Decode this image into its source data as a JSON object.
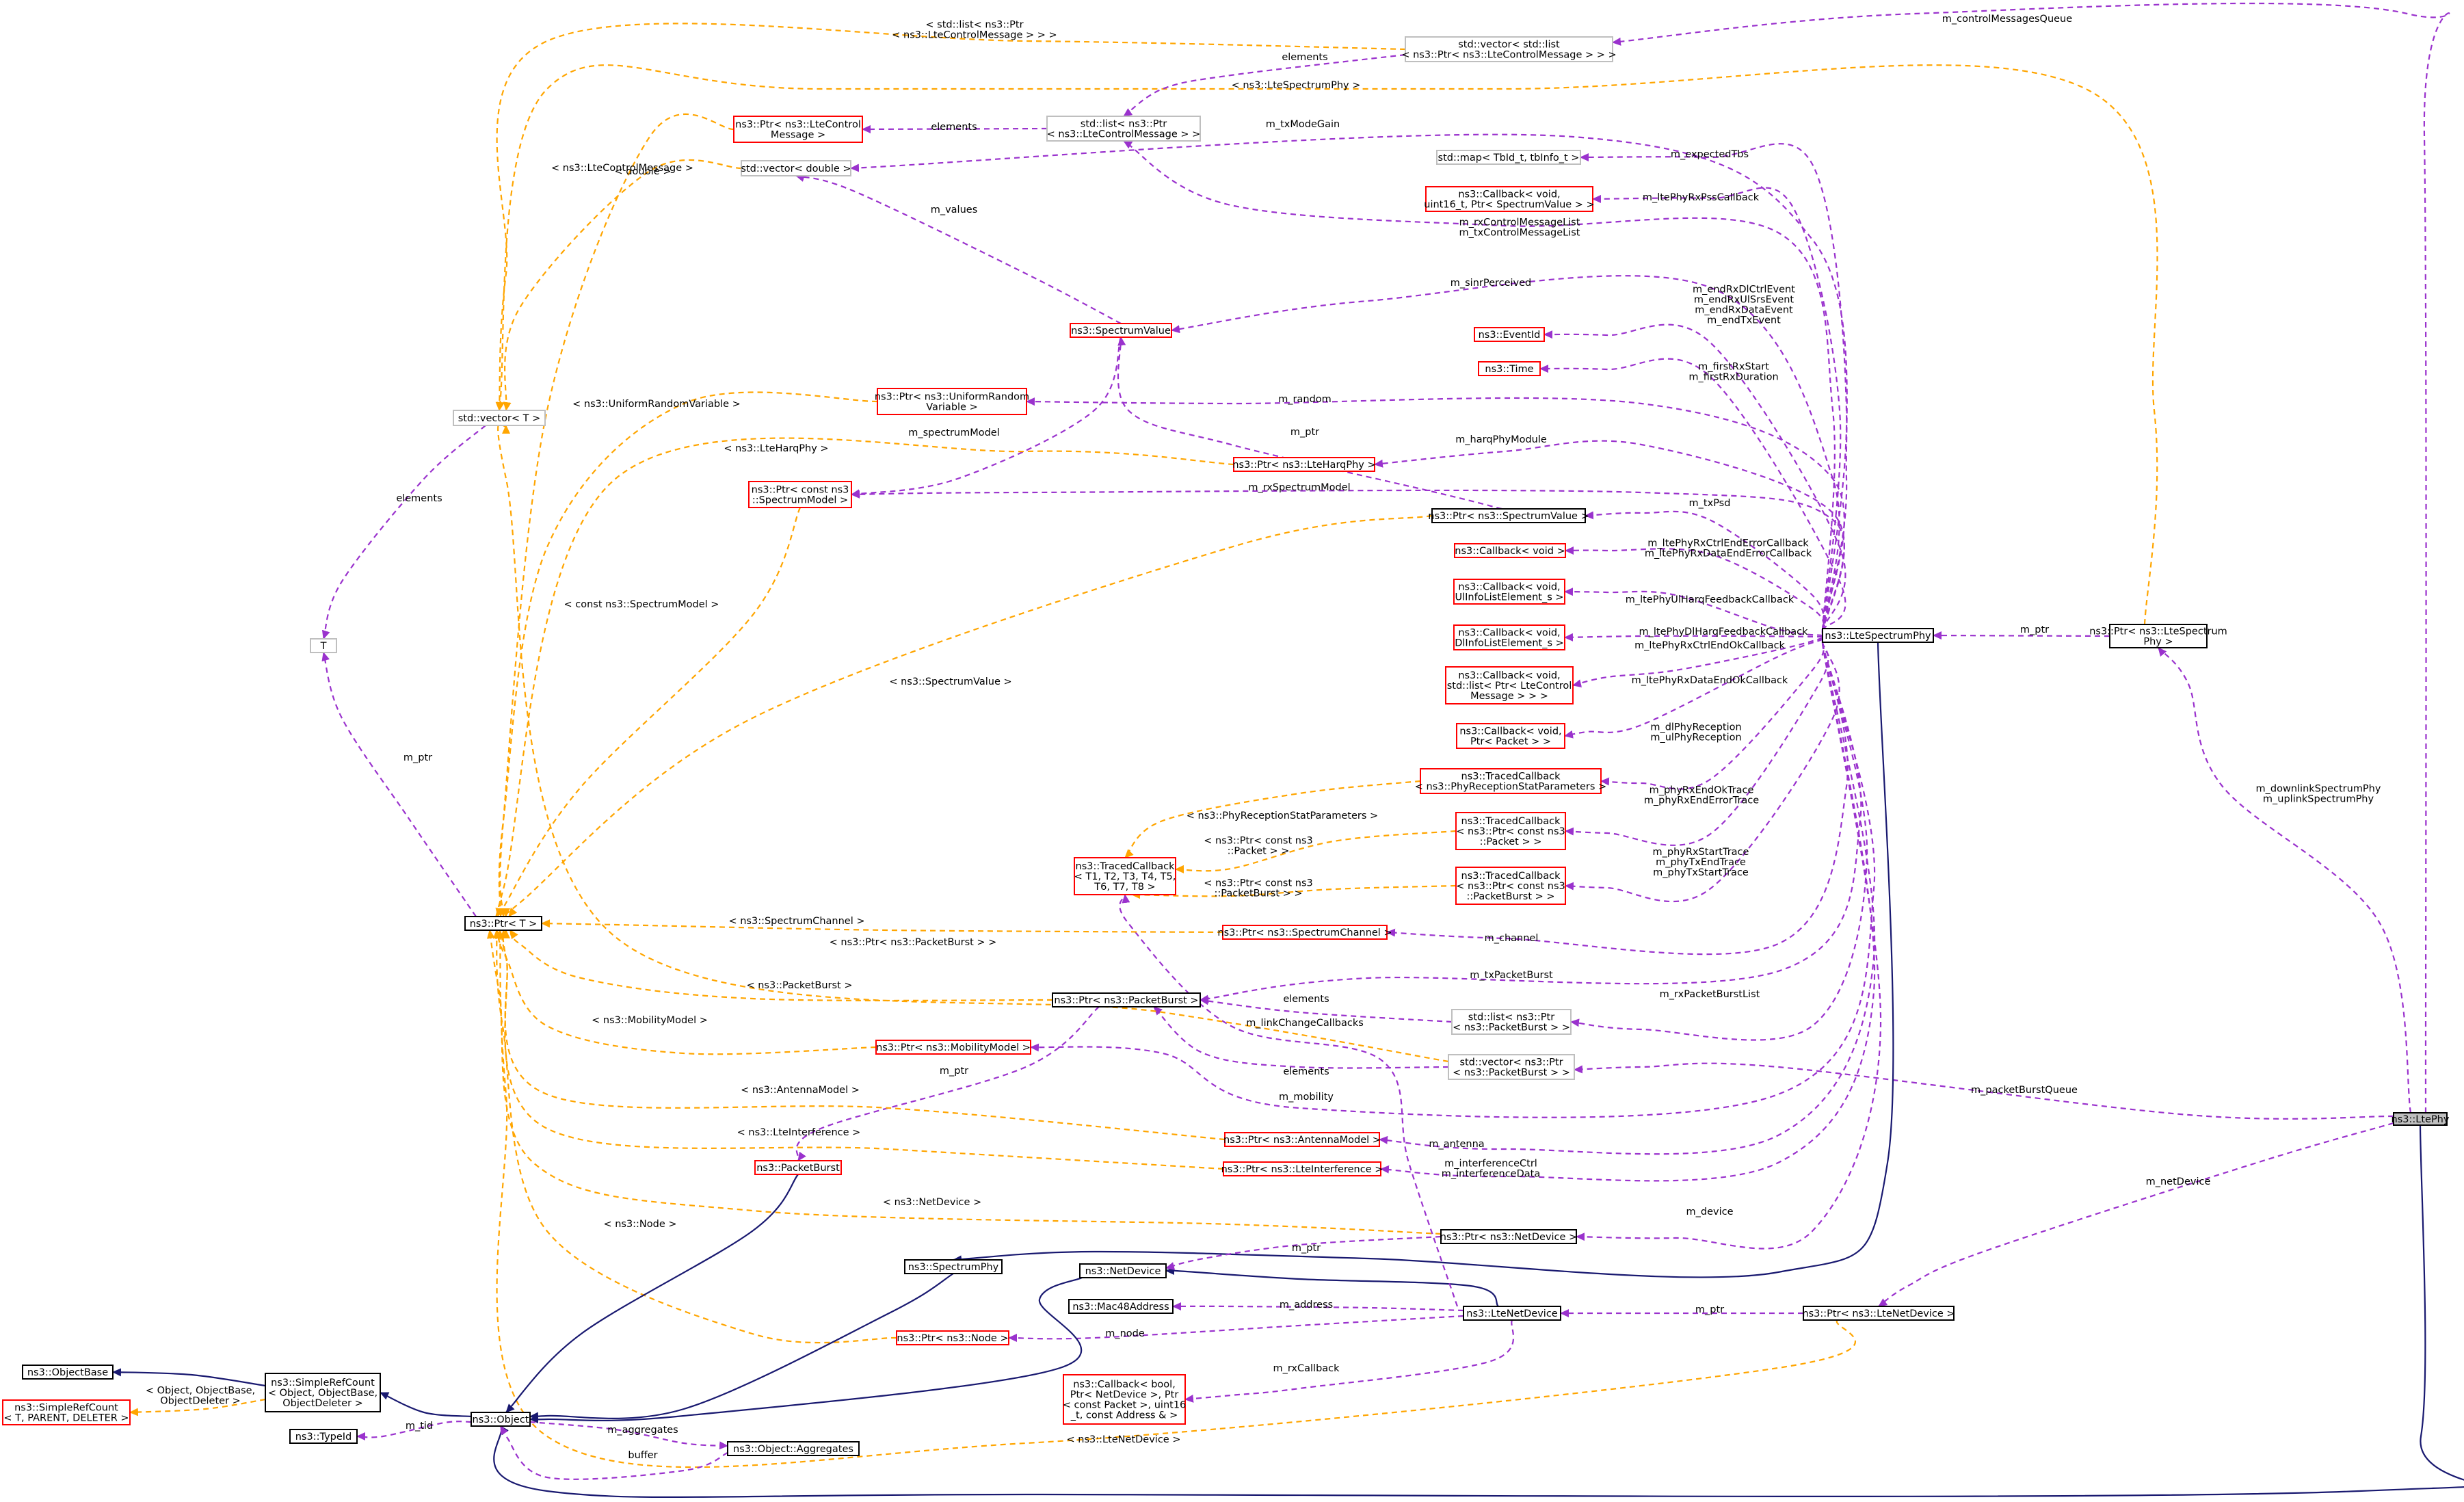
{
  "colors": {
    "background": "#ffffff",
    "usage": "#9a32cd",
    "template": "#ffa500",
    "inheritance": "#191970",
    "focus_fill": "#bfbfbf",
    "box_border": "#000000",
    "undocumented_border": "#ff0000",
    "external_border": "#bfbfbf"
  },
  "nodes": {
    "LtePhy": "ns3::LtePhy",
    "LteSpectrumPhy": "ns3::LteSpectrumPhy",
    "PtrLteSpectrumPhy": [
      "ns3::Ptr< ns3::LteSpectrum",
      "Phy >"
    ],
    "PtrLteNetDevice": "ns3::Ptr< ns3::LteNetDevice >",
    "LteNetDevice": "ns3::LteNetDevice",
    "NetDevice": "ns3::NetDevice",
    "Mac48Address": "ns3::Mac48Address",
    "CallbackRx": [
      "ns3::Callback< bool,",
      "Ptr< NetDevice >, Ptr",
      "< const Packet >, uint16",
      "_t, const Address & >"
    ],
    "PtrNode": "ns3::Ptr< ns3::Node >",
    "SpectrumPhy": "ns3::SpectrumPhy",
    "Object": "ns3::Object",
    "ObjectBase": "ns3::ObjectBase",
    "SimpleRefCountObj": [
      "ns3::SimpleRefCount",
      "< Object, ObjectBase,",
      "ObjectDeleter >"
    ],
    "SimpleRefCountT": [
      "ns3::SimpleRefCount",
      "< T, PARENT, DELETER >"
    ],
    "TypeId": "ns3::TypeId",
    "Aggregates": "ns3::Object::Aggregates",
    "PtrT": "ns3::Ptr< T >",
    "T": "T",
    "VectorT": "std::vector< T >",
    "VectorDouble": "std::vector< double >",
    "VectorListCtrl": [
      "std::vector< std::list",
      "< ns3::Ptr< ns3::LteControlMessage > > >"
    ],
    "ListPtrCtrl": [
      "std::list< ns3::Ptr",
      "< ns3::LteControlMessage > >"
    ],
    "PtrLteControlMessage": [
      "ns3::Ptr< ns3::LteControl",
      "Message >"
    ],
    "MapTbId": "std::map< TbId_t, tbInfo_t >",
    "CallbackPss": [
      "ns3::Callback< void,",
      "uint16_t, Ptr< SpectrumValue > >"
    ],
    "SpectrumValue": "ns3::SpectrumValue",
    "EventId": "ns3::EventId",
    "Time": "ns3::Time",
    "PtrUniformRandom": [
      "ns3::Ptr< ns3::UniformRandom",
      "Variable >"
    ],
    "PtrLteHarqPhy": "ns3::Ptr< ns3::LteHarqPhy >",
    "PtrSpectrumModel": [
      "ns3::Ptr< const ns3",
      "::SpectrumModel >"
    ],
    "PtrSpectrumValue": "ns3::Ptr< ns3::SpectrumValue >",
    "CallbackVoid": "ns3::Callback< void >",
    "CallbackUl": [
      "ns3::Callback< void,",
      "UlInfoListElement_s >"
    ],
    "CallbackDl": [
      "ns3::Callback< void,",
      "DlInfoListElement_s >"
    ],
    "CallbackList": [
      "ns3::Callback< void,",
      "std::list< Ptr< LteControl",
      "Message > > >"
    ],
    "CallbackPacket": [
      "ns3::Callback< void,",
      "Ptr< Packet > >"
    ],
    "TracedPhyRx": [
      "ns3::TracedCallback",
      "< ns3::PhyReceptionStatParameters >"
    ],
    "TracedPacket": [
      "ns3::TracedCallback",
      "< ns3::Ptr< const ns3",
      "::Packet > >"
    ],
    "TracedPacketBurst": [
      "ns3::TracedCallback",
      "< ns3::Ptr< const ns3",
      "::PacketBurst > >"
    ],
    "TracedCallback8": [
      "ns3::TracedCallback",
      "< T1, T2, T3, T4, T5,",
      "T6, T7, T8 >"
    ],
    "PtrSpectrumChannel": "ns3::Ptr< ns3::SpectrumChannel >",
    "PtrPacketBurst": "ns3::Ptr< ns3::PacketBurst >",
    "ListPtrPacketBurst": [
      "std::list< ns3::Ptr",
      "< ns3::PacketBurst > >"
    ],
    "VectorPtrPacketBurst": [
      "std::vector< ns3::Ptr",
      "< ns3::PacketBurst > >"
    ],
    "PtrMobilityModel": "ns3::Ptr< ns3::MobilityModel >",
    "PtrAntennaModel": "ns3::Ptr< ns3::AntennaModel >",
    "PtrLteInterference": "ns3::Ptr< ns3::LteInterference >",
    "PacketBurst": "ns3::PacketBurst",
    "PtrNetDevice": "ns3::Ptr< ns3::NetDevice >"
  },
  "edge_labels": {
    "m_controlMessagesQueue": [
      "m_controlMessagesQueue"
    ],
    "ltespectrumphy_tpl": [
      "< ns3::LteSpectrumPhy >"
    ],
    "m_downlink_uplink": [
      "m_downlinkSpectrumPhy",
      "m_uplinkSpectrumPhy"
    ],
    "m_ptr_spectrumphy": [
      "m_ptr"
    ],
    "m_packetBurstQueue": [
      "m_packetBurstQueue"
    ],
    "m_netDevice": [
      "m_netDevice"
    ],
    "m_ptr_netdevice": [
      "m_ptr"
    ],
    "ltenetdevice_tpl": [
      "< ns3::LteNetDevice >"
    ],
    "m_address": [
      "m_address"
    ],
    "m_node": [
      "m_node"
    ],
    "m_rxCallback": [
      "m_rxCallback"
    ],
    "m_ptr_netdev2": [
      "m_ptr"
    ],
    "m_linkChangeCallbacks": [
      "m_linkChangeCallbacks"
    ],
    "m_device": [
      "m_device"
    ],
    "netdevice_tpl": [
      "< ns3::NetDevice >"
    ],
    "node_tpl": [
      "< ns3::Node >"
    ],
    "m_tid": [
      "m_tid"
    ],
    "m_aggregates": [
      "m_aggregates"
    ],
    "buffer": [
      "buffer"
    ],
    "simplerefcount_tpl": [
      "< Object, ObjectBase,",
      "ObjectDeleter >"
    ],
    "m_ptr_T": [
      "m_ptr"
    ],
    "elements_T": [
      "elements"
    ],
    "m_txModeGain": [
      "m_txModeGain"
    ],
    "m_values": [
      "m_values"
    ],
    "double_tpl": [
      "< double >"
    ],
    "elements_list": [
      "elements"
    ],
    "elements_ctrl": [
      "elements"
    ],
    "stdlist_tpl": [
      "< std::list< ns3::Ptr",
      "< ns3::LteControlMessage > > >"
    ],
    "ltecontrolmessage_tpl": [
      "< ns3::LteControlMessage >"
    ],
    "m_expectedTbs": [
      "m_expectedTbs"
    ],
    "m_ltePhyRxPssCallback": [
      "m_ltePhyRxPssCallback"
    ],
    "m_rxtx_ctrl": [
      "m_rxControlMessageList",
      "m_txControlMessageList"
    ],
    "m_sinrPerceived": [
      "m_sinrPerceived"
    ],
    "m_events": [
      "m_endRxDlCtrlEvent",
      "m_endRxUlSrsEvent",
      "m_endRxDataEvent",
      "m_endTxEvent"
    ],
    "m_firstRx": [
      "m_firstRxStart",
      "m_firstRxDuration"
    ],
    "m_random": [
      "m_random"
    ],
    "uniformrandom_tpl": [
      "< ns3::UniformRandomVariable >"
    ],
    "m_ptr_sv": [
      "m_ptr"
    ],
    "m_harqPhyModule": [
      "m_harqPhyModule"
    ],
    "lteharqphy_tpl": [
      "< ns3::LteHarqPhy >"
    ],
    "m_spectrumModel": [
      "m_spectrumModel"
    ],
    "m_rxSpectrumModel": [
      "m_rxSpectrumModel"
    ],
    "const_spectrummodel_tpl": [
      "< const ns3::SpectrumModel >"
    ],
    "m_txPsd": [
      "m_txPsd"
    ],
    "spectrumvalue_tpl": [
      "< ns3::SpectrumValue >"
    ],
    "m_errorCallbacks": [
      "m_ltePhyRxCtrlEndErrorCallback",
      "m_ltePhyRxDataEndErrorCallback"
    ],
    "m_ulHarq": [
      "m_ltePhyUlHarqFeedbackCallback"
    ],
    "m_dlHarq": [
      "m_ltePhyDlHarqFeedbackCallback"
    ],
    "m_ctrlEndOk": [
      "m_ltePhyRxCtrlEndOkCallback"
    ],
    "m_dataEndOk": [
      "m_ltePhyRxDataEndOkCallback"
    ],
    "m_phyReception": [
      "m_dlPhyReception",
      "m_ulPhyReception"
    ],
    "phyreception_tpl": [
      "< ns3::PhyReceptionStatParameters >"
    ],
    "m_phyRxEnd": [
      "m_phyRxEndOkTrace",
      "m_phyRxEndErrorTrace"
    ],
    "packet_tpl": [
      "< ns3::Ptr< const ns3",
      "::Packet > >"
    ],
    "m_phyStart": [
      "m_phyRxStartTrace",
      "m_phyTxEndTrace",
      "m_phyTxStartTrace"
    ],
    "packetburst_const_tpl": [
      "< ns3::Ptr< const ns3",
      "::PacketBurst > >"
    ],
    "m_channel": [
      "m_channel"
    ],
    "spectrumchannel_tpl": [
      "< ns3::SpectrumChannel >"
    ],
    "m_txPacketBurst": [
      "m_txPacketBurst"
    ],
    "ptrpacketburst_tpl": [
      "< ns3::Ptr< ns3::PacketBurst > >"
    ],
    "packetburst_tpl": [
      "< ns3::PacketBurst >"
    ],
    "m_rxPacketBurstList": [
      "m_rxPacketBurstList"
    ],
    "elements_pb1": [
      "elements"
    ],
    "elements_pb2": [
      "elements"
    ],
    "m_ptr_pb": [
      "m_ptr"
    ],
    "m_mobility": [
      "m_mobility"
    ],
    "mobilitymodel_tpl": [
      "< ns3::MobilityModel >"
    ],
    "m_antenna": [
      "m_antenna"
    ],
    "antennamodel_tpl": [
      "< ns3::AntennaModel >"
    ],
    "m_interference": [
      "m_interferenceCtrl",
      "m_interferenceData"
    ],
    "lteinterference_tpl": [
      "< ns3::LteInterference >"
    ]
  }
}
